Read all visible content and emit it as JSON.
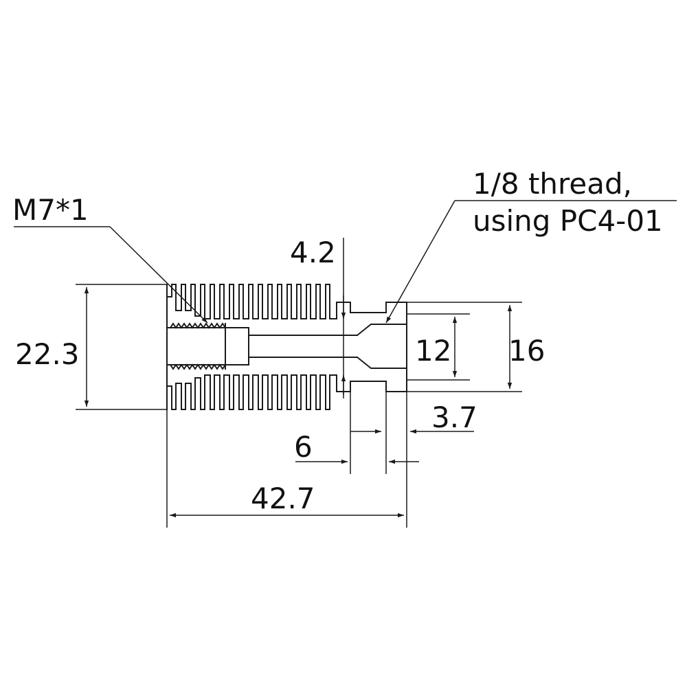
{
  "colors": {
    "line": "#1a1a1a",
    "text": "#111111",
    "background": "#ffffff"
  },
  "callouts": {
    "m7": "M7*1",
    "thread_line1": "1/8 thread,",
    "thread_line2": "using PC4-01"
  },
  "dimensions": {
    "height_overall": "22.3",
    "width_overall": "42.7",
    "neck": "4.2",
    "bore": "12",
    "flange": "16",
    "step_6": "6",
    "step_3_7": "3.7"
  }
}
